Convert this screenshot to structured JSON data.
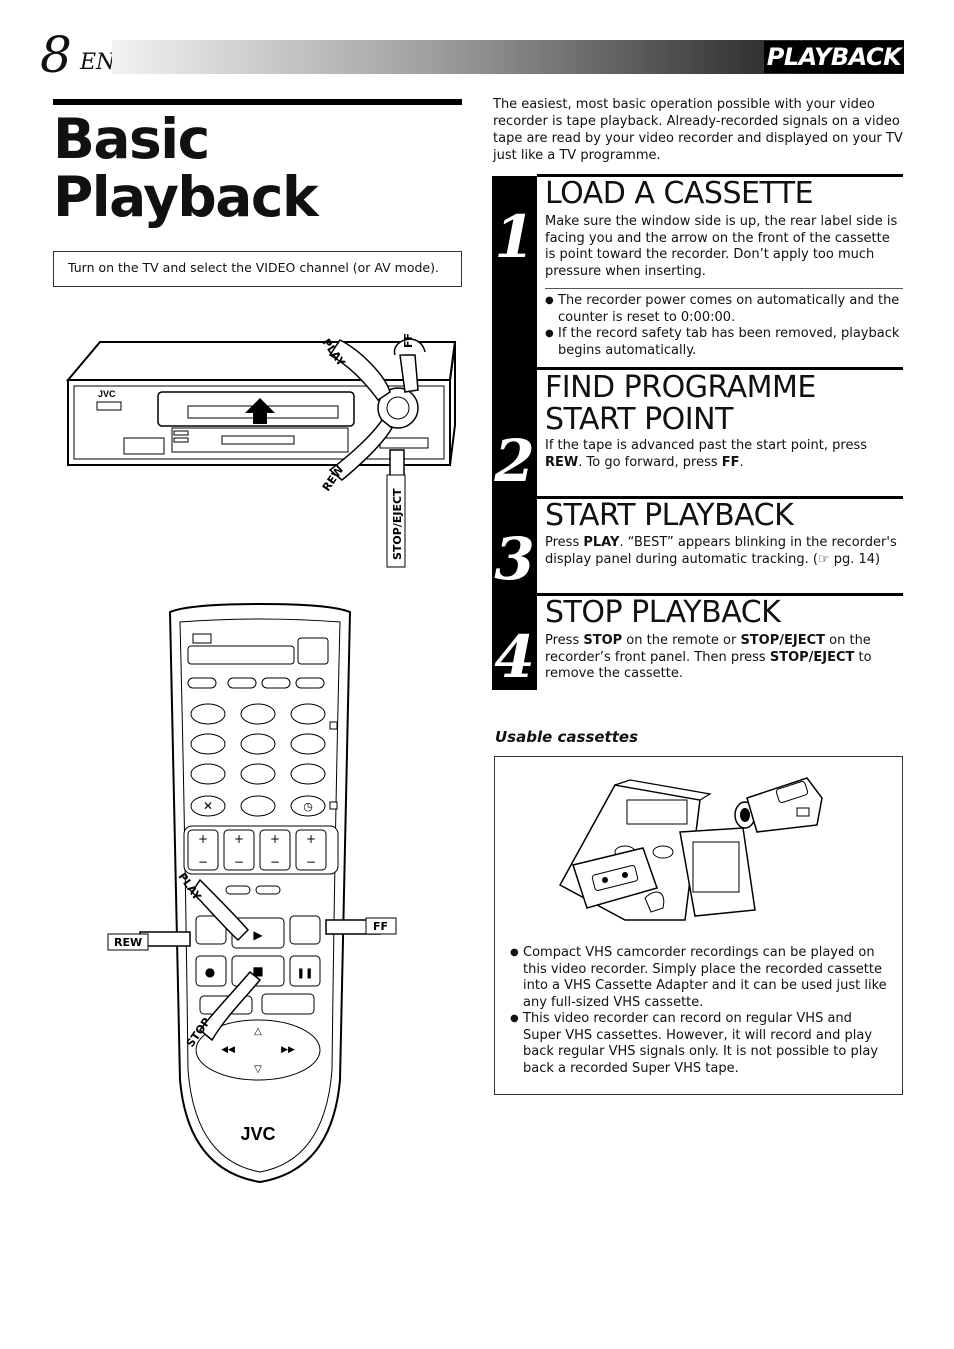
{
  "header": {
    "page_number": "8",
    "language": "EN",
    "section": "PLAYBACK"
  },
  "title": {
    "line1": "Basic",
    "line2": "Playback"
  },
  "intro_box": "Turn on the TV and select the VIDEO channel (or AV mode).",
  "intro_text": "The easiest, most basic operation possible with your video recorder is tape playback. Already-recorded signals on a video tape are read by your video recorder and displayed on your TV just like a TV programme.",
  "steps": [
    {
      "number": "1",
      "heading": "LOAD A CASSETTE",
      "body": "Make sure the window side is up, the rear label side is facing you and the arrow on the front of the cassette is point toward the recorder. Don’t apply too much pressure when inserting.",
      "bullets": [
        "The recorder power comes on automatically and the counter is reset to 0:00:00.",
        "If the record safety tab has been removed, playback begins automatically."
      ]
    },
    {
      "number": "2",
      "heading": "FIND PROGRAMME START POINT",
      "body_parts": [
        "If the tape is advanced past the start point, press ",
        "REW",
        ". To go forward, press ",
        "FF",
        "."
      ]
    },
    {
      "number": "3",
      "heading": "START PLAYBACK",
      "body_parts": [
        "Press ",
        "PLAY",
        ". “BEST” appears blinking in the recorder's display panel during automatic tracking. (☞ pg. 14)"
      ]
    },
    {
      "number": "4",
      "heading": "STOP PLAYBACK",
      "body_parts": [
        "Press ",
        "STOP",
        " on the remote or ",
        "STOP/EJECT",
        " on the recorder’s front panel. Then press ",
        "STOP/EJECT",
        " to remove the cassette."
      ]
    }
  ],
  "usable": {
    "heading": "Usable cassettes",
    "bullets": [
      "Compact VHS camcorder recordings can be played on this video recorder. Simply place the recorded cassette into a VHS Cassette Adapter and it can be used just like any full-sized VHS cassette.",
      "This video recorder can record on regular VHS and Super VHS cassettes. However, it will record and play back regular VHS signals only. It is not possible to play back a recorded Super VHS tape."
    ]
  },
  "vcr_illustration": {
    "brand": "JVC",
    "labels": {
      "play": "PLAY",
      "ff": "FF",
      "rew": "REW",
      "stop_eject": "STOP/EJECT"
    }
  },
  "remote_illustration": {
    "brand": "JVC",
    "labels": {
      "play": "PLAY",
      "rew": "REW",
      "ff": "FF",
      "stop": "STOP"
    }
  }
}
